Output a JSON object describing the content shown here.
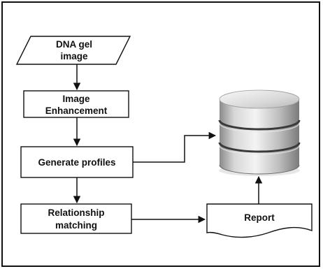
{
  "diagram": {
    "nodes": {
      "input": {
        "label_line1": "DNA gel",
        "label_line2": "image"
      },
      "enhancement": {
        "label_line1": "Image",
        "label_line2": "Enhancement"
      },
      "profiles": {
        "label": "Generate profiles"
      },
      "matching": {
        "label_line1": "Relationship",
        "label_line2": "matching"
      },
      "report": {
        "label": "Report"
      }
    },
    "database": {
      "icon": "database-cylinder-icon"
    }
  }
}
